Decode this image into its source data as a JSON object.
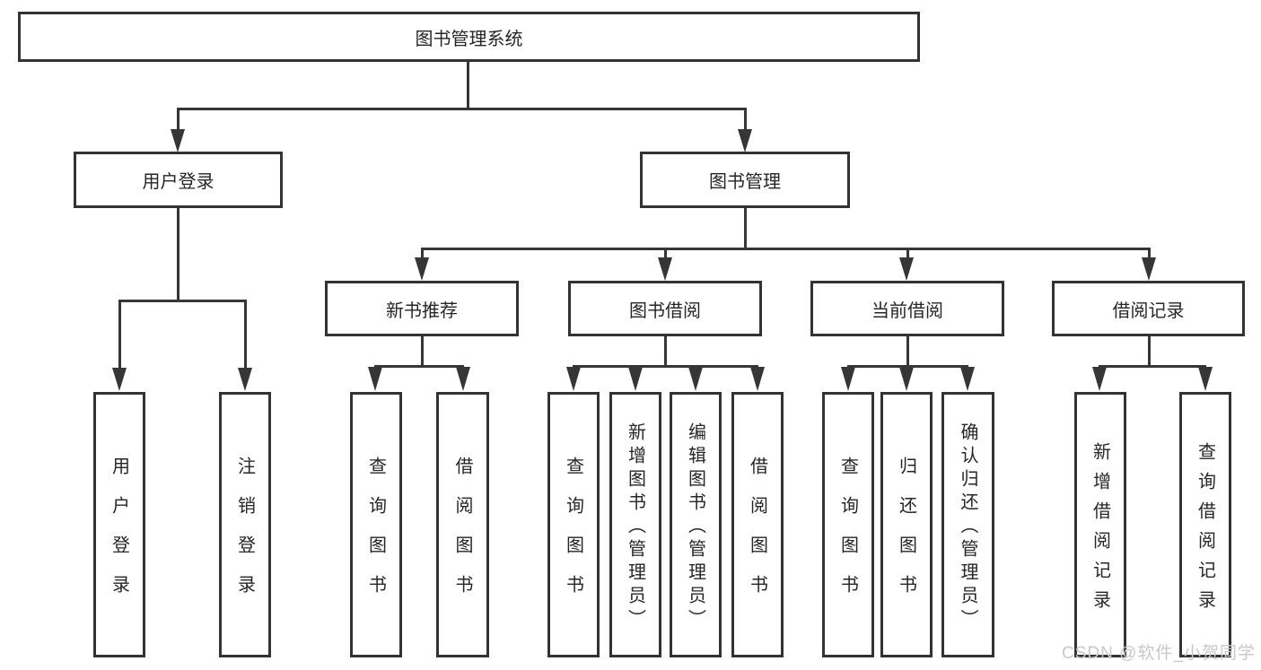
{
  "diagram": {
    "root": {
      "label": "图书管理系统"
    },
    "level2": [
      {
        "label": "用户登录"
      },
      {
        "label": "图书管理"
      }
    ],
    "level3": [
      {
        "label": "新书推荐"
      },
      {
        "label": "图书借阅"
      },
      {
        "label": "当前借阅"
      },
      {
        "label": "借阅记录"
      }
    ],
    "leaves": {
      "user_login": [
        "用户登录",
        "注销登录"
      ],
      "new_book_recommend": [
        "查询图书",
        "借阅图书"
      ],
      "book_borrow": [
        "查询图书",
        "新增图书（管理员）",
        "编辑图书（管理员）",
        "借阅图书"
      ],
      "current_borrow": [
        "查询图书",
        "归还图书",
        "确认归还（管理员）"
      ],
      "borrow_record": [
        "新增借阅记录",
        "查询借阅记录"
      ]
    }
  },
  "watermark": {
    "text": "CSDN @软件_小贺同学"
  },
  "colors": {
    "line": "#363636",
    "box_border": "#333333",
    "text": "#262626",
    "watermark": "#c8c8c8",
    "background": "#ffffff"
  }
}
